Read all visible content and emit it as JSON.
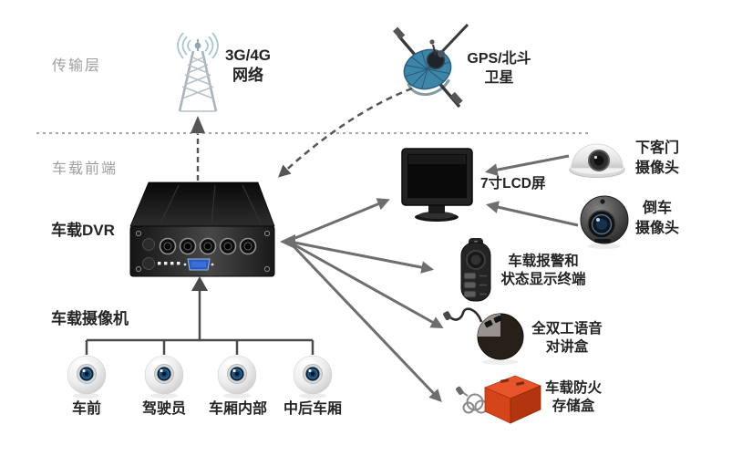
{
  "diagram": {
    "layers": {
      "transmission": "传输层",
      "frontend": "车载前端"
    },
    "network": {
      "line1": "3G/4G",
      "line2": "网络"
    },
    "satellite": {
      "line1": "GPS/北斗",
      "line2": "卫星"
    },
    "dvr": {
      "label": "车载DVR"
    },
    "lcd": {
      "label": "7寸LCD屏"
    },
    "dome_camera": {
      "line1": "下客门",
      "line2": "摄像头"
    },
    "rear_camera": {
      "line1": "倒车",
      "line2": "摄像头"
    },
    "alarm_terminal": {
      "line1": "车载报警和",
      "line2": "状态显示终端"
    },
    "intercom": {
      "line1": "全双工语音",
      "line2": "对讲盒"
    },
    "storage_box": {
      "line1": "车载防火",
      "line2": "存储盒"
    },
    "camera_group": {
      "label": "车载摄像机"
    },
    "cameras": [
      {
        "label": "车前"
      },
      {
        "label": "驾驶员"
      },
      {
        "label": "车厢内部"
      },
      {
        "label": "中后车厢"
      }
    ]
  },
  "colors": {
    "label_dark": "#242424",
    "label_gray": "#9e9e9e",
    "line_gray": "#6e6e6e",
    "line_dark": "#4a4a4a",
    "satellite_blue": "#3e86a8",
    "storage_orange": "#d6441a",
    "vga_blue": "#2b5cc0"
  }
}
